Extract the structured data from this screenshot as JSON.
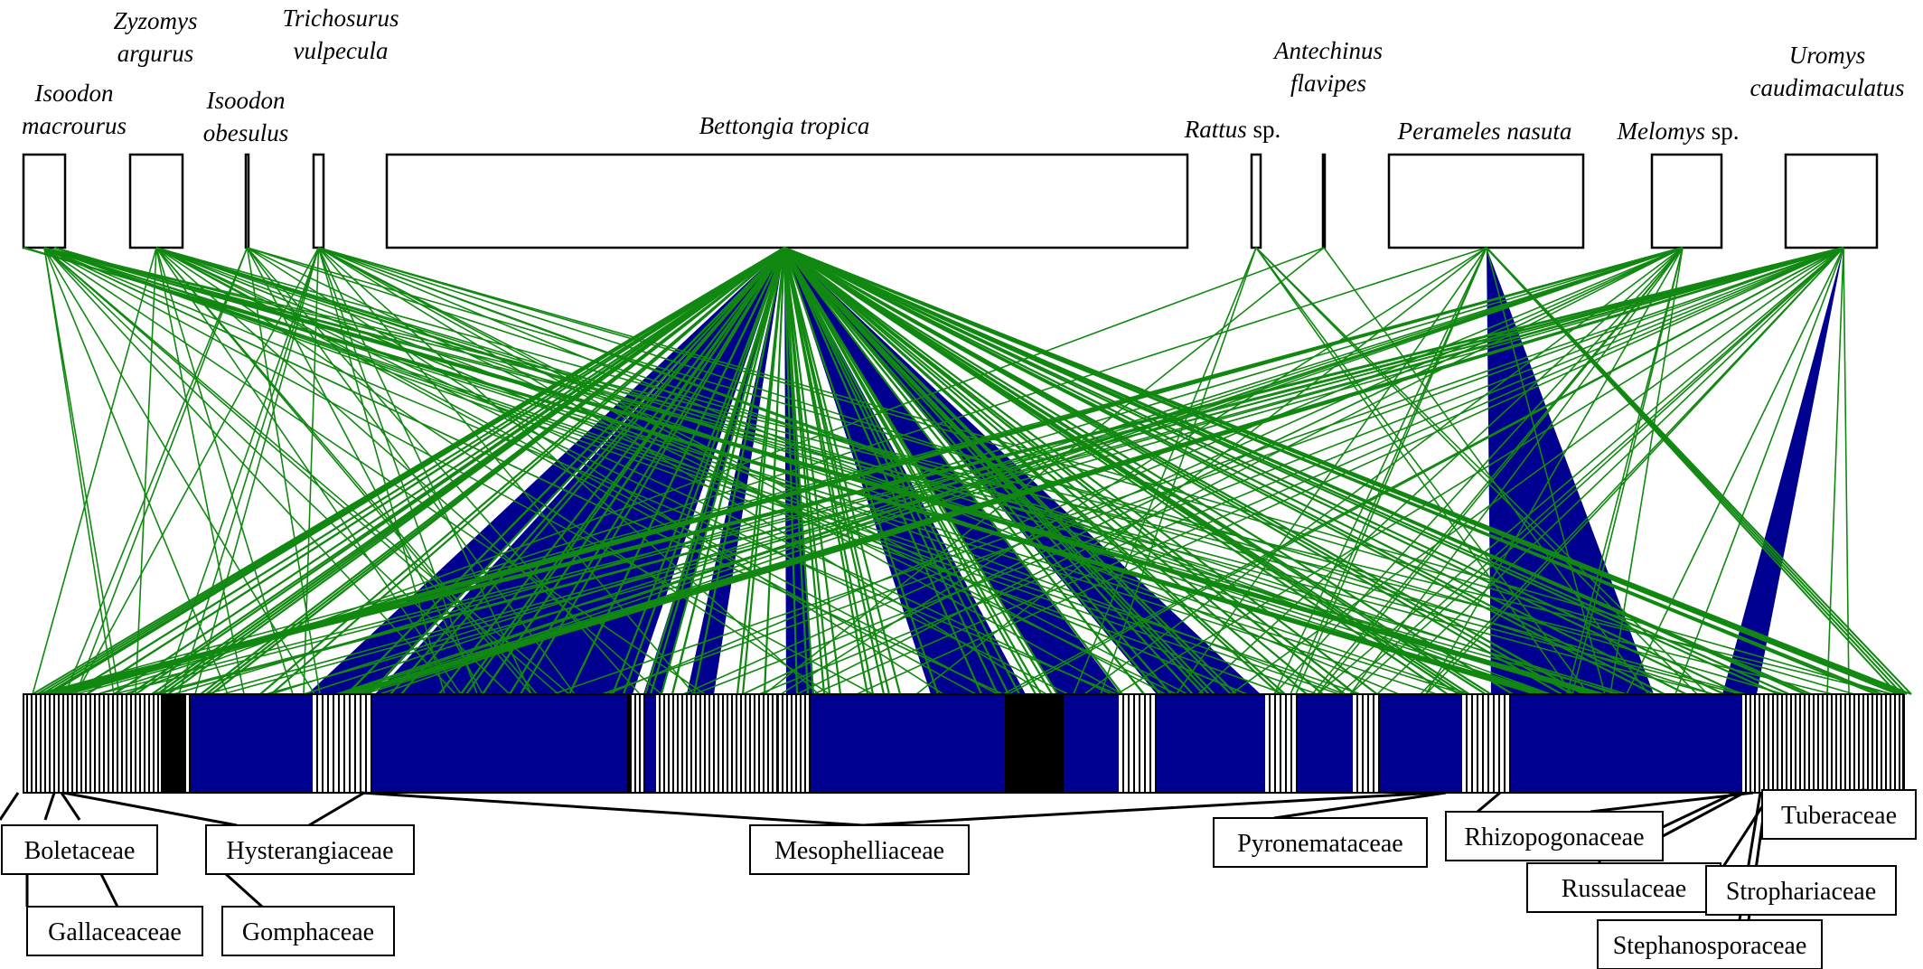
{
  "colors": {
    "link": "#118811",
    "fungi_fill": "#000090",
    "box_stroke": "#000000",
    "background": "#ffffff"
  },
  "species": [
    {
      "id": "isoodon-macrourus",
      "lines": [
        "Isoodon",
        "macrourus"
      ],
      "suffix": ""
    },
    {
      "id": "zyzomys-argurus",
      "lines": [
        "Zyzomys",
        "argurus"
      ],
      "suffix": ""
    },
    {
      "id": "isoodon-obesulus",
      "lines": [
        "Isoodon",
        "obesulus"
      ],
      "suffix": ""
    },
    {
      "id": "trichosurus-vulpecula",
      "lines": [
        "Trichosurus",
        "vulpecula"
      ],
      "suffix": ""
    },
    {
      "id": "bettongia-tropica",
      "lines": [
        "Bettongia tropica"
      ],
      "suffix": ""
    },
    {
      "id": "rattus-sp",
      "lines": [
        "Rattus"
      ],
      "suffix": " sp."
    },
    {
      "id": "antechinus-flavipes",
      "lines": [
        "Antechinus",
        "flavipes"
      ],
      "suffix": ""
    },
    {
      "id": "perameles-nasuta",
      "lines": [
        "Perameles nasuta"
      ],
      "suffix": ""
    },
    {
      "id": "melomys-sp",
      "lines": [
        "Melomys"
      ],
      "suffix": " sp."
    },
    {
      "id": "uromys-caudimaculatus",
      "lines": [
        "Uromys",
        "caudimaculatus"
      ],
      "suffix": ""
    }
  ],
  "families": [
    {
      "id": "boletaceae",
      "label": "Boletaceae"
    },
    {
      "id": "hysterangiaceae",
      "label": "Hysterangiaceae"
    },
    {
      "id": "mesophelliaceae",
      "label": "Mesophelliaceae"
    },
    {
      "id": "pyronemataceae",
      "label": "Pyronemataceae"
    },
    {
      "id": "rhizopogonaceae",
      "label": "Rhizopogonaceae"
    },
    {
      "id": "tuberaceae",
      "label": "Tuberaceae"
    },
    {
      "id": "gallaceaceae",
      "label": "Gallaceaceae"
    },
    {
      "id": "gomphaceae",
      "label": "Gomphaceae"
    },
    {
      "id": "russulaceae",
      "label": "Russulaceae"
    },
    {
      "id": "strophariaceae",
      "label": "Strophariaceae"
    },
    {
      "id": "stephanosporaceae",
      "label": "Stephanosporaceae"
    }
  ]
}
